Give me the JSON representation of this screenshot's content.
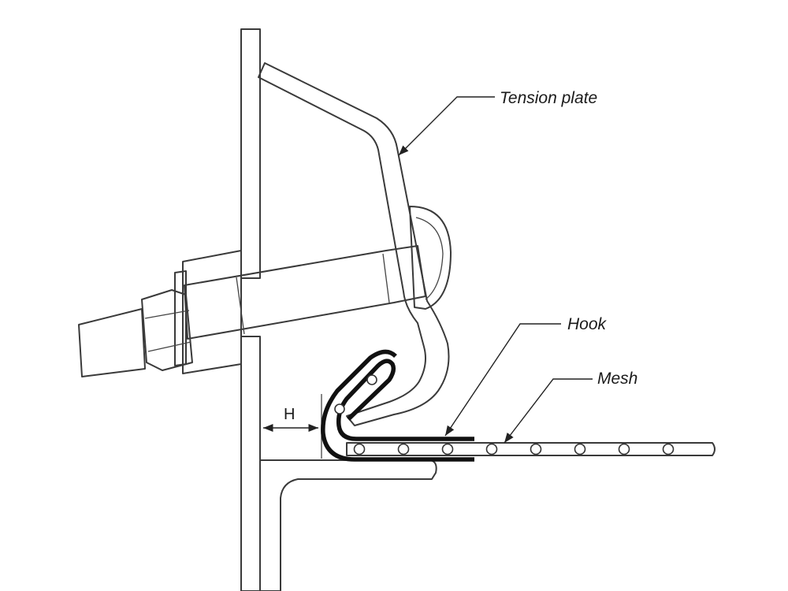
{
  "labels": {
    "tension_plate": "Tension plate",
    "hook": "Hook",
    "mesh": "Mesh",
    "dimension_h": "H"
  },
  "colors": {
    "line": "#3a3a3a",
    "hook": "#111111",
    "hatch": "#888888",
    "background": "#ffffff"
  }
}
